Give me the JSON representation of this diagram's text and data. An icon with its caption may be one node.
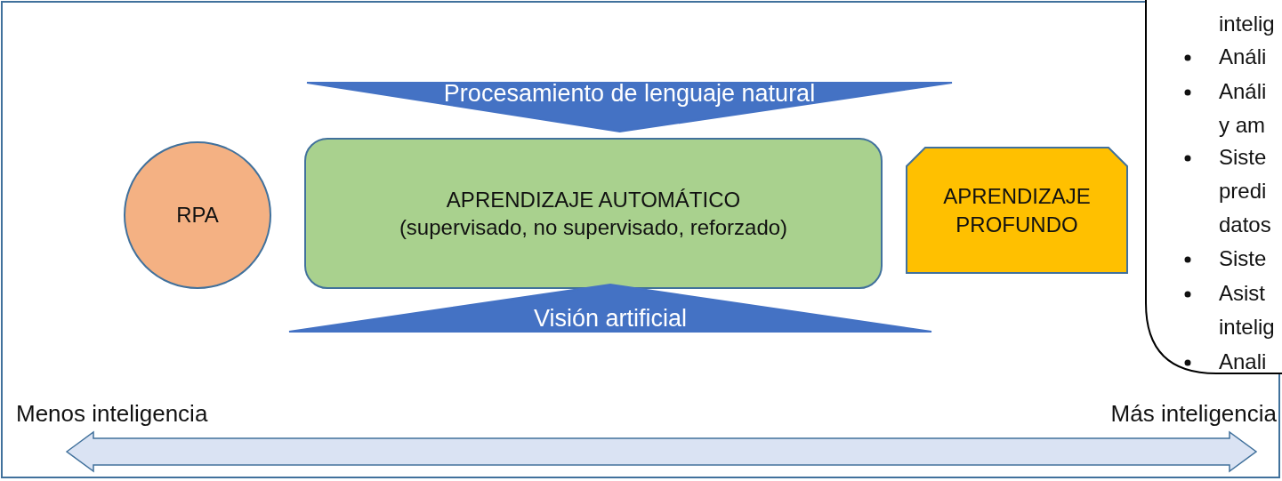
{
  "diagram": {
    "nodes": [
      {
        "text": [
          "RPA"
        ]
      },
      {
        "text": [
          "Procesamiento de lenguaje natural"
        ]
      },
      {
        "text": [
          "APRENDIZAJE AUTOMÁTICO",
          "(supervisado, no supervisado, reforzado)"
        ]
      },
      {
        "text": [
          "Visión artificial"
        ]
      },
      {
        "text": [
          "APRENDIZAJE PROFUNDO"
        ]
      },
      {
        "text": [
          "intelig",
          "Análi",
          "Análi y am",
          "Siste predi datos",
          "Siste",
          "Asist intelig",
          "Anali"
        ]
      }
    ],
    "edges": [],
    "labels": [
      "Menos inteligencia",
      "Más inteligencia"
    ]
  }
}
